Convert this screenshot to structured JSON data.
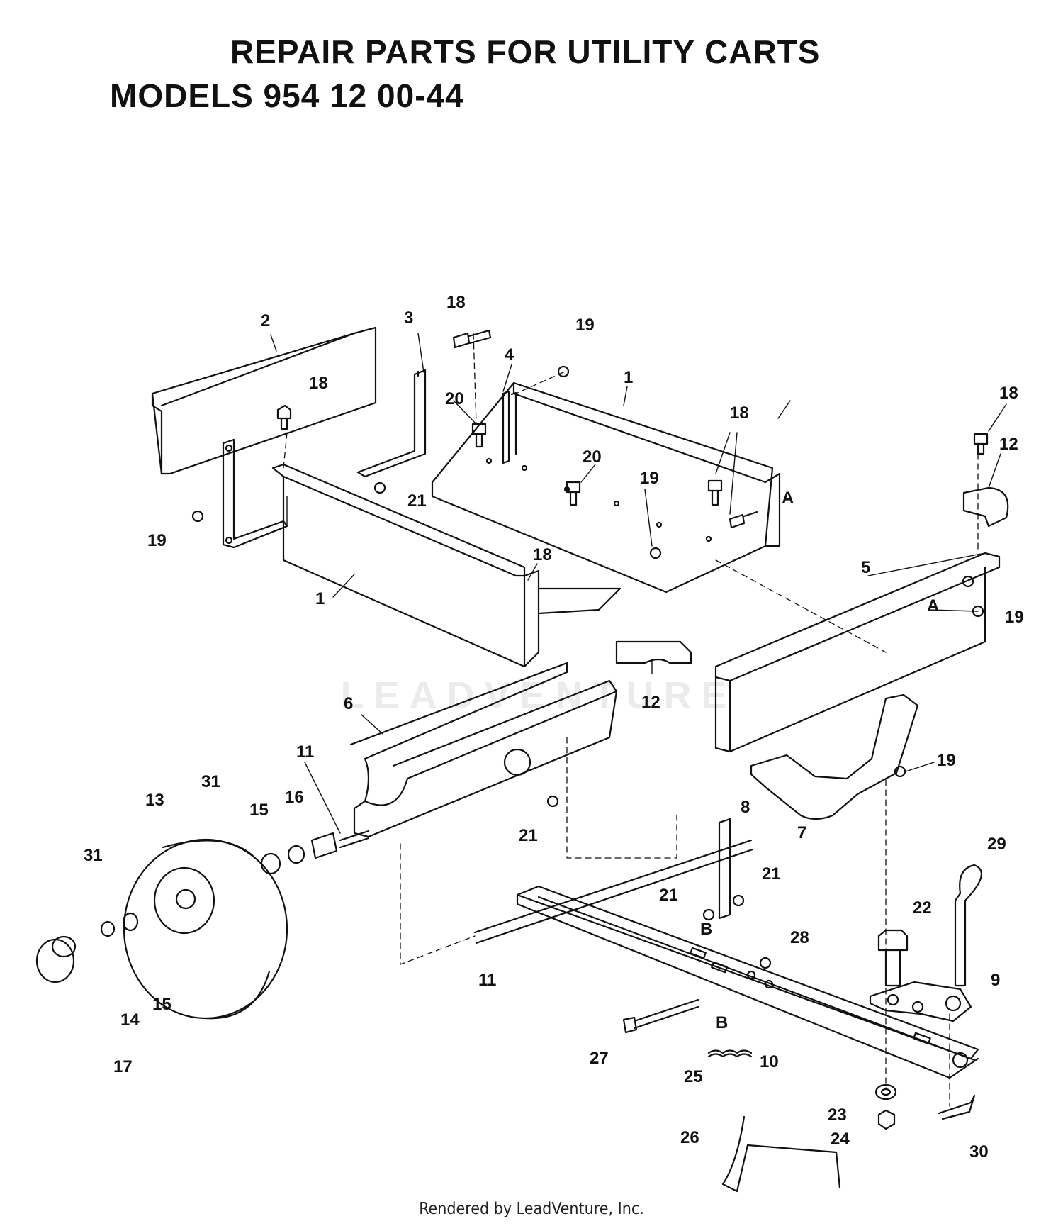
{
  "header": {
    "title": "REPAIR PARTS FOR UTILITY CARTS",
    "subtitle": "MODELS 954 12 00-44"
  },
  "watermark": "LEADVENTURE",
  "footer": {
    "credit": "Rendered by LeadVenture, Inc."
  },
  "callouts": {
    "c1a": "1",
    "c1b": "1",
    "c2": "2",
    "c3": "3",
    "c4": "4",
    "c5": "5",
    "c6": "6",
    "c7": "7",
    "c8": "8",
    "c9": "9",
    "c10": "10",
    "c11a": "11",
    "c11b": "11",
    "c12a": "12",
    "c12b": "12",
    "c13": "13",
    "c14": "14",
    "c15a": "15",
    "c15b": "15",
    "c16": "16",
    "c17": "17",
    "c18a": "18",
    "c18b": "18",
    "c18c": "18",
    "c18d": "18",
    "c18e": "18",
    "c19a": "19",
    "c19b": "19",
    "c19c": "19",
    "c19d": "19",
    "c19e": "19",
    "c20a": "20",
    "c20b": "20",
    "c21a": "21",
    "c21b": "21",
    "c21c": "21",
    "c21d": "21",
    "c22": "22",
    "c23": "23",
    "c24": "24",
    "c25": "25",
    "c26": "26",
    "c27": "27",
    "c28": "28",
    "c29": "29",
    "c30": "30",
    "c31a": "31",
    "c31b": "31",
    "refA1": "A",
    "refA2": "A",
    "refB1": "B",
    "refB2": "B"
  }
}
